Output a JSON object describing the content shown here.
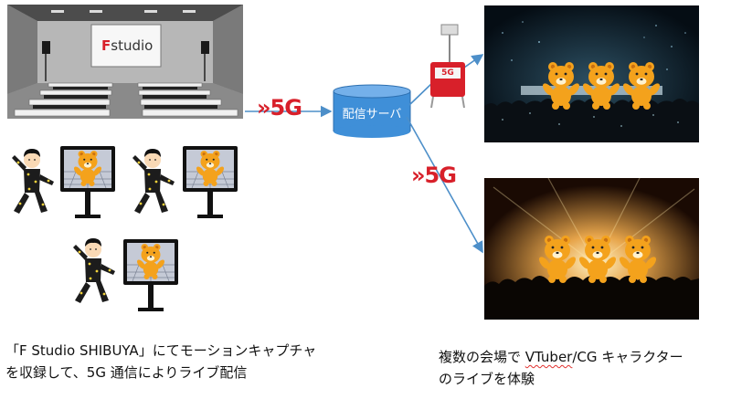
{
  "studio": {
    "screen_logo_letter": "F",
    "screen_logo_word": "studio"
  },
  "network": {
    "label_5g_top": "»5G",
    "label_5g_middle": "»5G",
    "server_label": "配信サーバ",
    "pack_label": "5G"
  },
  "captions": {
    "left_line1": "「F Studio SHIBUYA」にてモーションキャプチャ",
    "left_line2": "を収録して、5G 通信によりライブ配信",
    "right_line1_pre": "複数の会場で ",
    "right_line1_brand": "VTuber",
    "right_line1_post": "/CG キャラクター",
    "right_line2": "のライブを体験"
  },
  "colors": {
    "accent_red": "#d8202a",
    "server_blue": "#3f8fd8",
    "arrow_blue": "#4d8fc9",
    "bear_orange": "#f4a21c"
  }
}
